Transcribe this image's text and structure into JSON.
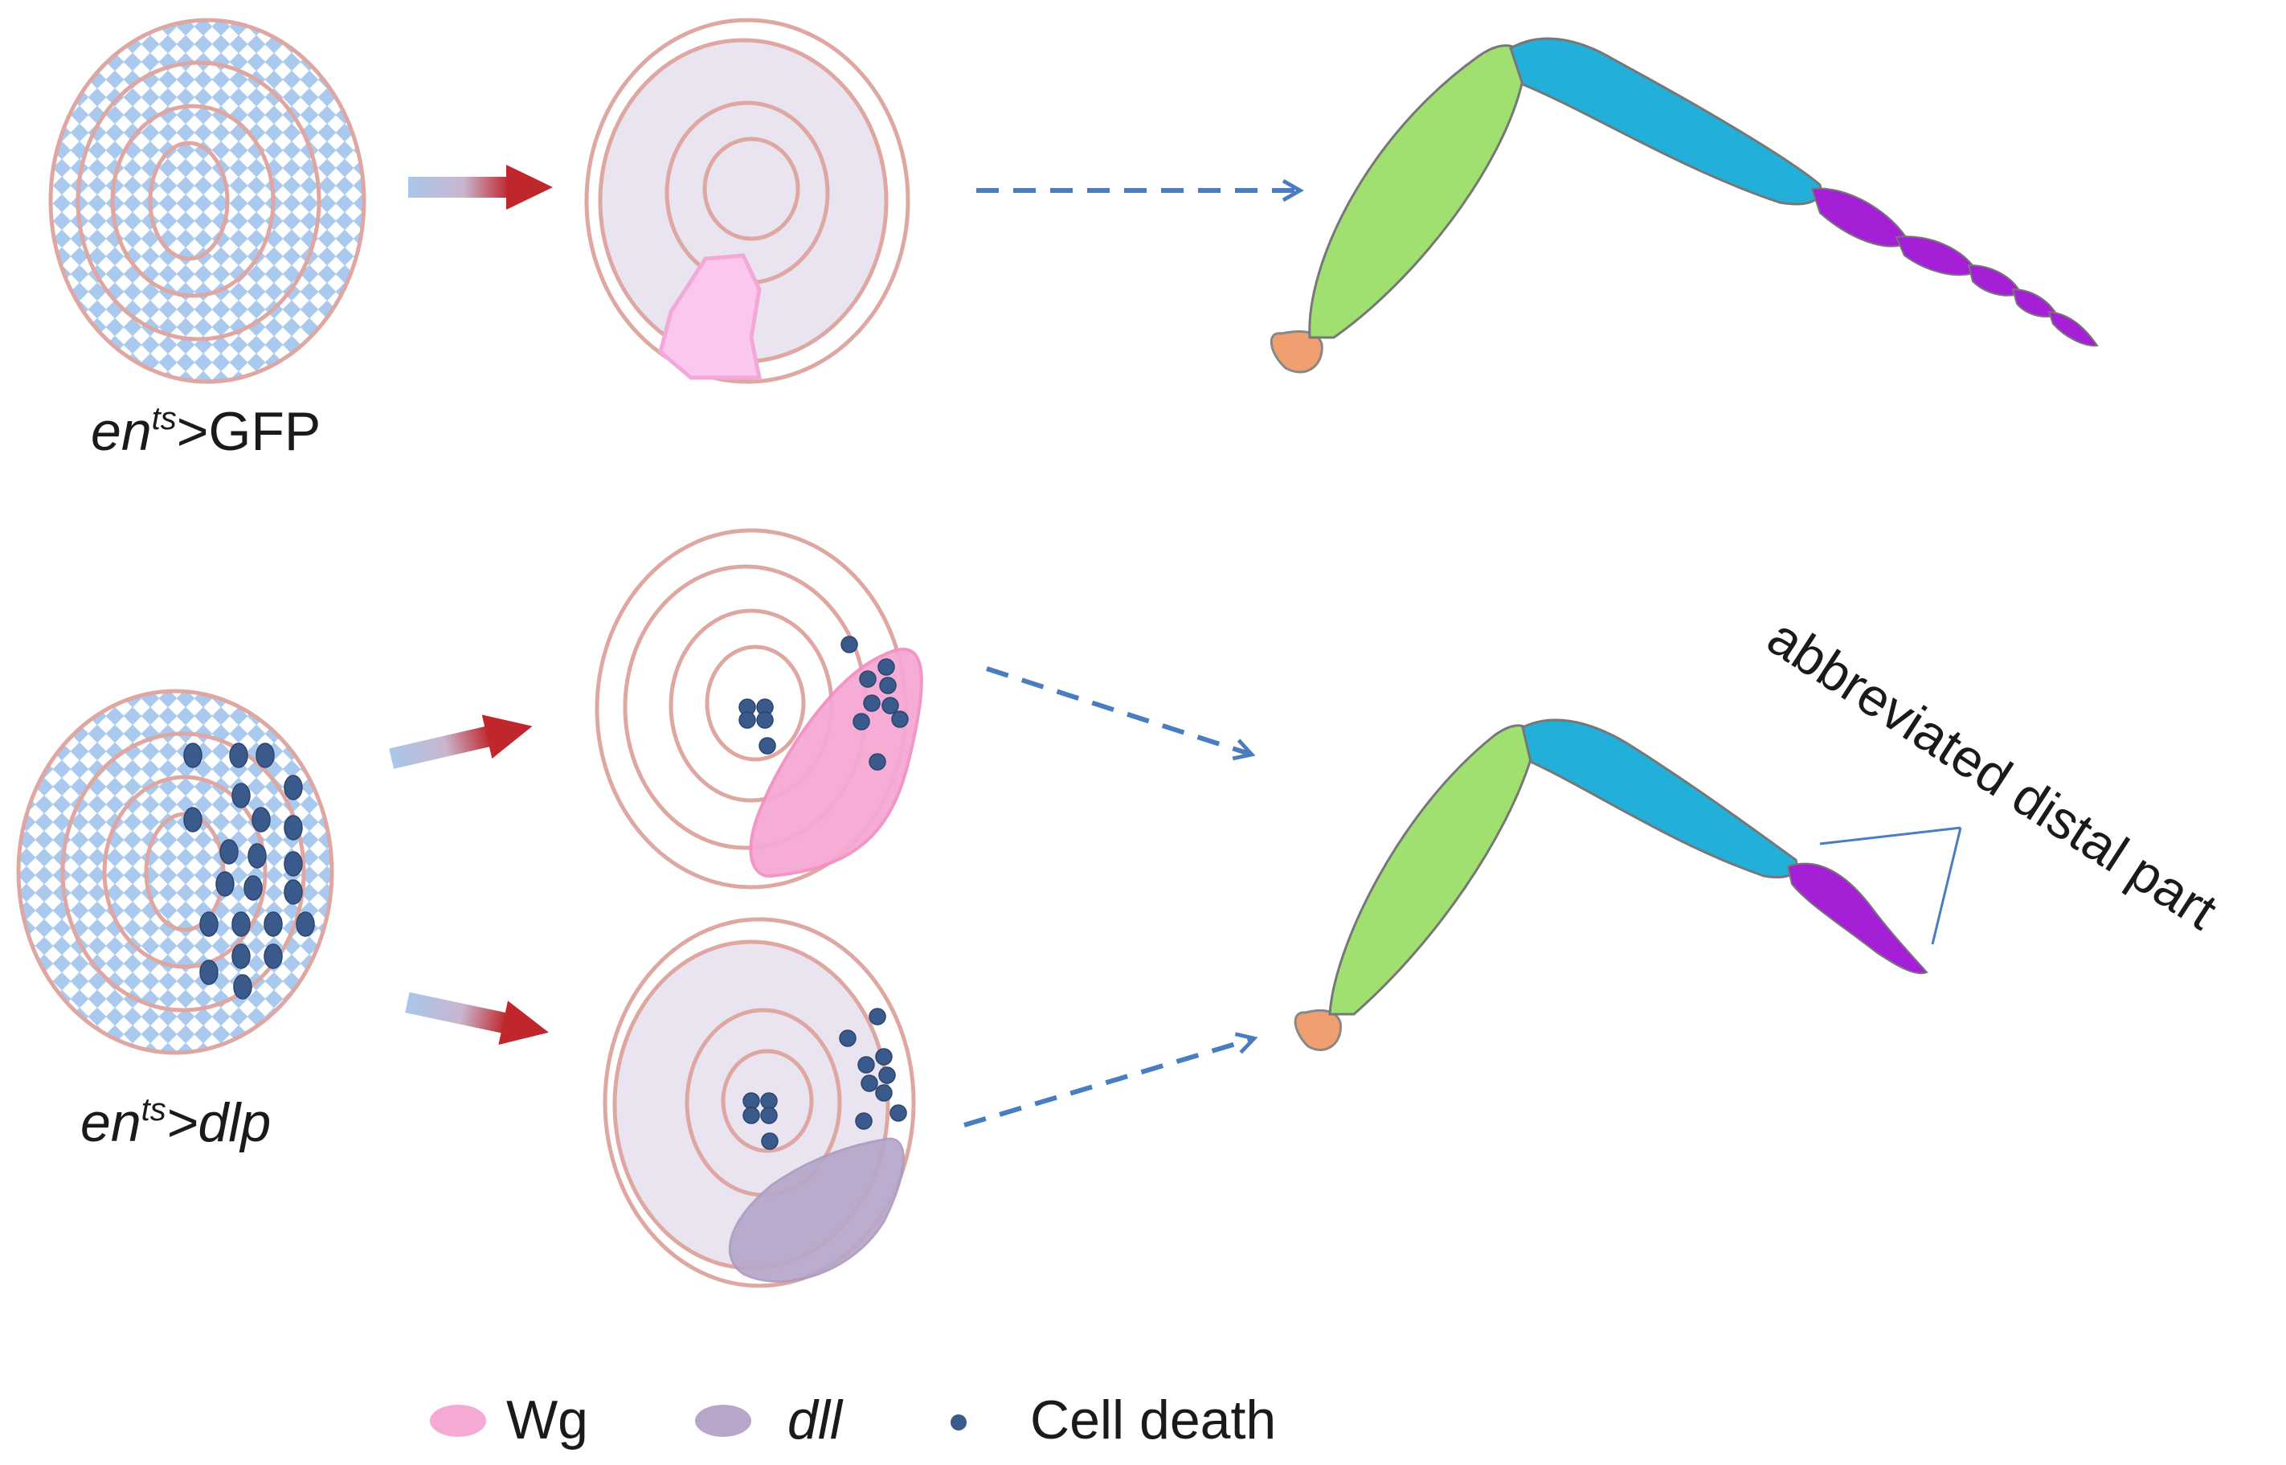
{
  "colors": {
    "ring": "#dea7a2",
    "grid": "#a9c9ee",
    "disc_fill": "#e9e4ef",
    "wg": "#f6a9d3",
    "wg_light": "#fbc7ef",
    "dll": "#b7a6c9",
    "cell_death": "#3a5a8c",
    "arrow_red": "#c0272d",
    "arrow_blue": "#a9c6ea",
    "dash_arrow": "#4a7dc0",
    "coxa": "#f0a070",
    "femur": "#9fe070",
    "tibia": "#22b0da",
    "tarsus": "#a41fd6"
  },
  "genotypes": {
    "control": {
      "prefix": "en",
      "sup": "ts",
      "suffix": ">GFP"
    },
    "dlp": {
      "prefix": "en",
      "sup": "ts",
      "suffix": ">dlp"
    }
  },
  "annotation": {
    "text": "abbreviated distal part"
  },
  "legend": {
    "wg": {
      "label": "Wg",
      "icon": "pink-ellipse"
    },
    "dll": {
      "label": "dll",
      "icon": "lavender-ellipse"
    },
    "cell_death": {
      "label": "Cell death",
      "icon": "dot"
    }
  }
}
